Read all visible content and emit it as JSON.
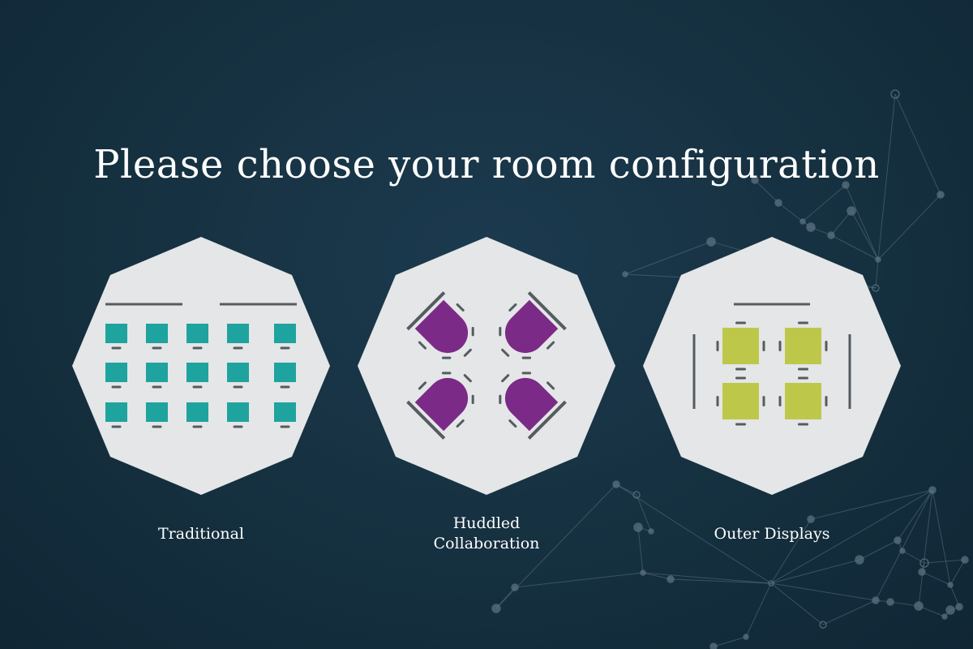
{
  "page": {
    "title": "Please choose your room configuration"
  },
  "options": [
    {
      "id": "traditional",
      "label_lines": [
        "Traditional"
      ],
      "accent": "#1fa39e",
      "icon": "traditional-rows-layout-icon"
    },
    {
      "id": "huddled",
      "label_lines": [
        "Huddled",
        "Collaboration"
      ],
      "accent": "#7b2a87",
      "icon": "huddled-pods-layout-icon"
    },
    {
      "id": "outer",
      "label_lines": [
        "Outer Displays"
      ],
      "accent": "#bdc84a",
      "icon": "outer-displays-layout-icon"
    }
  ],
  "colors": {
    "background": "#15303f",
    "card": "#e4e6e7",
    "line": "#555c61",
    "network": "#5b7180"
  }
}
